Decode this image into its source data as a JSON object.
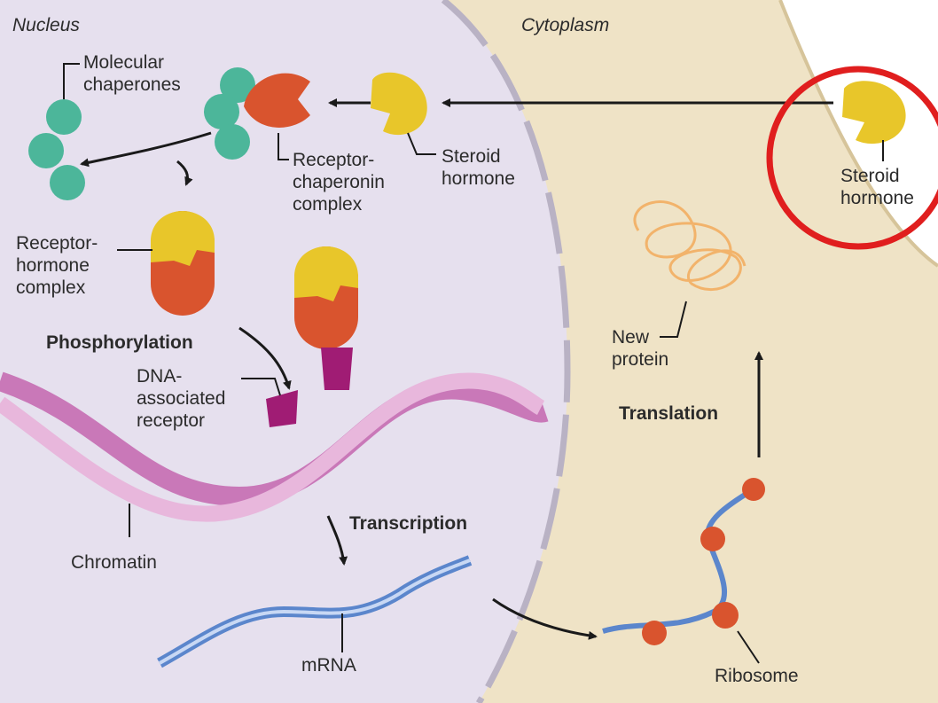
{
  "diagram": {
    "regions": {
      "nucleus": "Nucleus",
      "cytoplasm": "Cytoplasm"
    },
    "labels": {
      "molecular_chaperones": "Molecular\nchaperones",
      "receptor_chaperonin_complex": "Receptor-\nchaperonin\ncomplex",
      "steroid_hormone_inner": "Steroid\nhormone",
      "steroid_hormone_outer": "Steroid\nhormone",
      "receptor_hormone_complex": "Receptor-\nhormone\ncomplex",
      "phosphorylation": "Phosphorylation",
      "dna_associated_receptor": "DNA-\nassociated\nreceptor",
      "chromatin": "Chromatin",
      "transcription": "Transcription",
      "mrna": "mRNA",
      "new_protein": "New\nprotein",
      "translation": "Translation",
      "ribosome": "Ribosome"
    },
    "colors": {
      "nucleus_fill": "#e6e0ee",
      "cytoplasm_fill": "#efe3c6",
      "chaperone": "#4cb69a",
      "receptor": "#d9542e",
      "hormone": "#e8c62a",
      "dna": "#c978b8",
      "mrna": "#5b86cc",
      "protein": "#f2b36b",
      "highlight_circle": "#e01e1e"
    }
  }
}
